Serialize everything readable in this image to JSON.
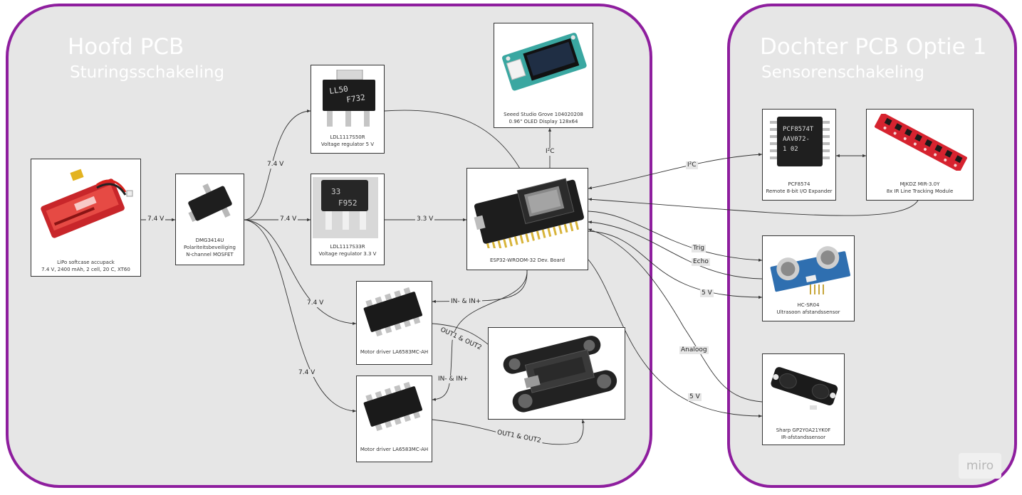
{
  "regions": {
    "main": {
      "title": "Hoofd PCB",
      "subtitle": "Sturingsschakeling"
    },
    "daughter": {
      "title": "Dochter PCB Optie 1",
      "subtitle": "Sensorenschakeling"
    }
  },
  "components": {
    "battery": {
      "line1": "LiPo softcase accupack",
      "line2": "7.4 V, 2400 mAh, 2 cell, 20 C, XT60"
    },
    "mosfet": {
      "line1": "DMG3414U",
      "line2": "Polariteitsbeveiliging",
      "line3": "N-channel MOSFET"
    },
    "reg5": {
      "line1": "LDL1117S50R",
      "line2": "Voltage regulator 5 V",
      "chip_marking_1": "LL50",
      "chip_marking_2": "F732"
    },
    "reg33": {
      "line1": "LDL1117S33R",
      "line2": "Voltage regulator 3.3 V",
      "chip_marking_1": "33",
      "chip_marking_2": "F952"
    },
    "oled": {
      "line1": "Seeed Studio Grove 104020208",
      "line2": "0.96\" OLED Display 128x64"
    },
    "esp32": {
      "line1": "ESP32-WROOM-32 Dev. Board"
    },
    "pcf": {
      "line1": "PCF8574",
      "line2": "Remote 8-bit I/O Expander",
      "chip_marking_1": "PCF8574T",
      "chip_marking_2": "AAV072-",
      "chip_marking_3": "1 02"
    },
    "ir_track": {
      "line1": "MJKDZ MIR-3.0Y",
      "line2": "8x IR Line Tracking Module"
    },
    "hcsr04": {
      "line1": "HC-SR04",
      "line2": "Ultrasoon afstandssensor"
    },
    "sharp": {
      "line1": "Sharp GP2Y0A21YK0F",
      "line2": "IR-afstandssensor"
    },
    "motor1": {
      "line1": "Motor driver LA6583MC-AH"
    },
    "motor2": {
      "line1": "Motor driver LA6583MC-AH"
    }
  },
  "wire_labels": {
    "bat_mosfet": "7.4 V",
    "to_reg5": "7.4 V",
    "to_reg33": "7.4 V",
    "reg33_esp": "3.3 V",
    "to_motor1": "7.4 V",
    "to_motor2": "7.4 V",
    "oled_i2c": "I²C",
    "pcf_i2c": "I²C",
    "esp_m1": "IN- & IN+",
    "esp_m2": "IN- & IN+",
    "m1_out": "OUT1 & OUT2",
    "m2_out": "OUT1 & OUT2",
    "trig": "Trig",
    "echo": "Echo",
    "hc_5v": "5 V",
    "analoog": "Analoog",
    "sharp_5v": "5 V"
  },
  "watermark": "miro",
  "colors": {
    "region_border": "#8e1e9e",
    "region_fill": "#e6e6e6",
    "wire": "#333333"
  }
}
